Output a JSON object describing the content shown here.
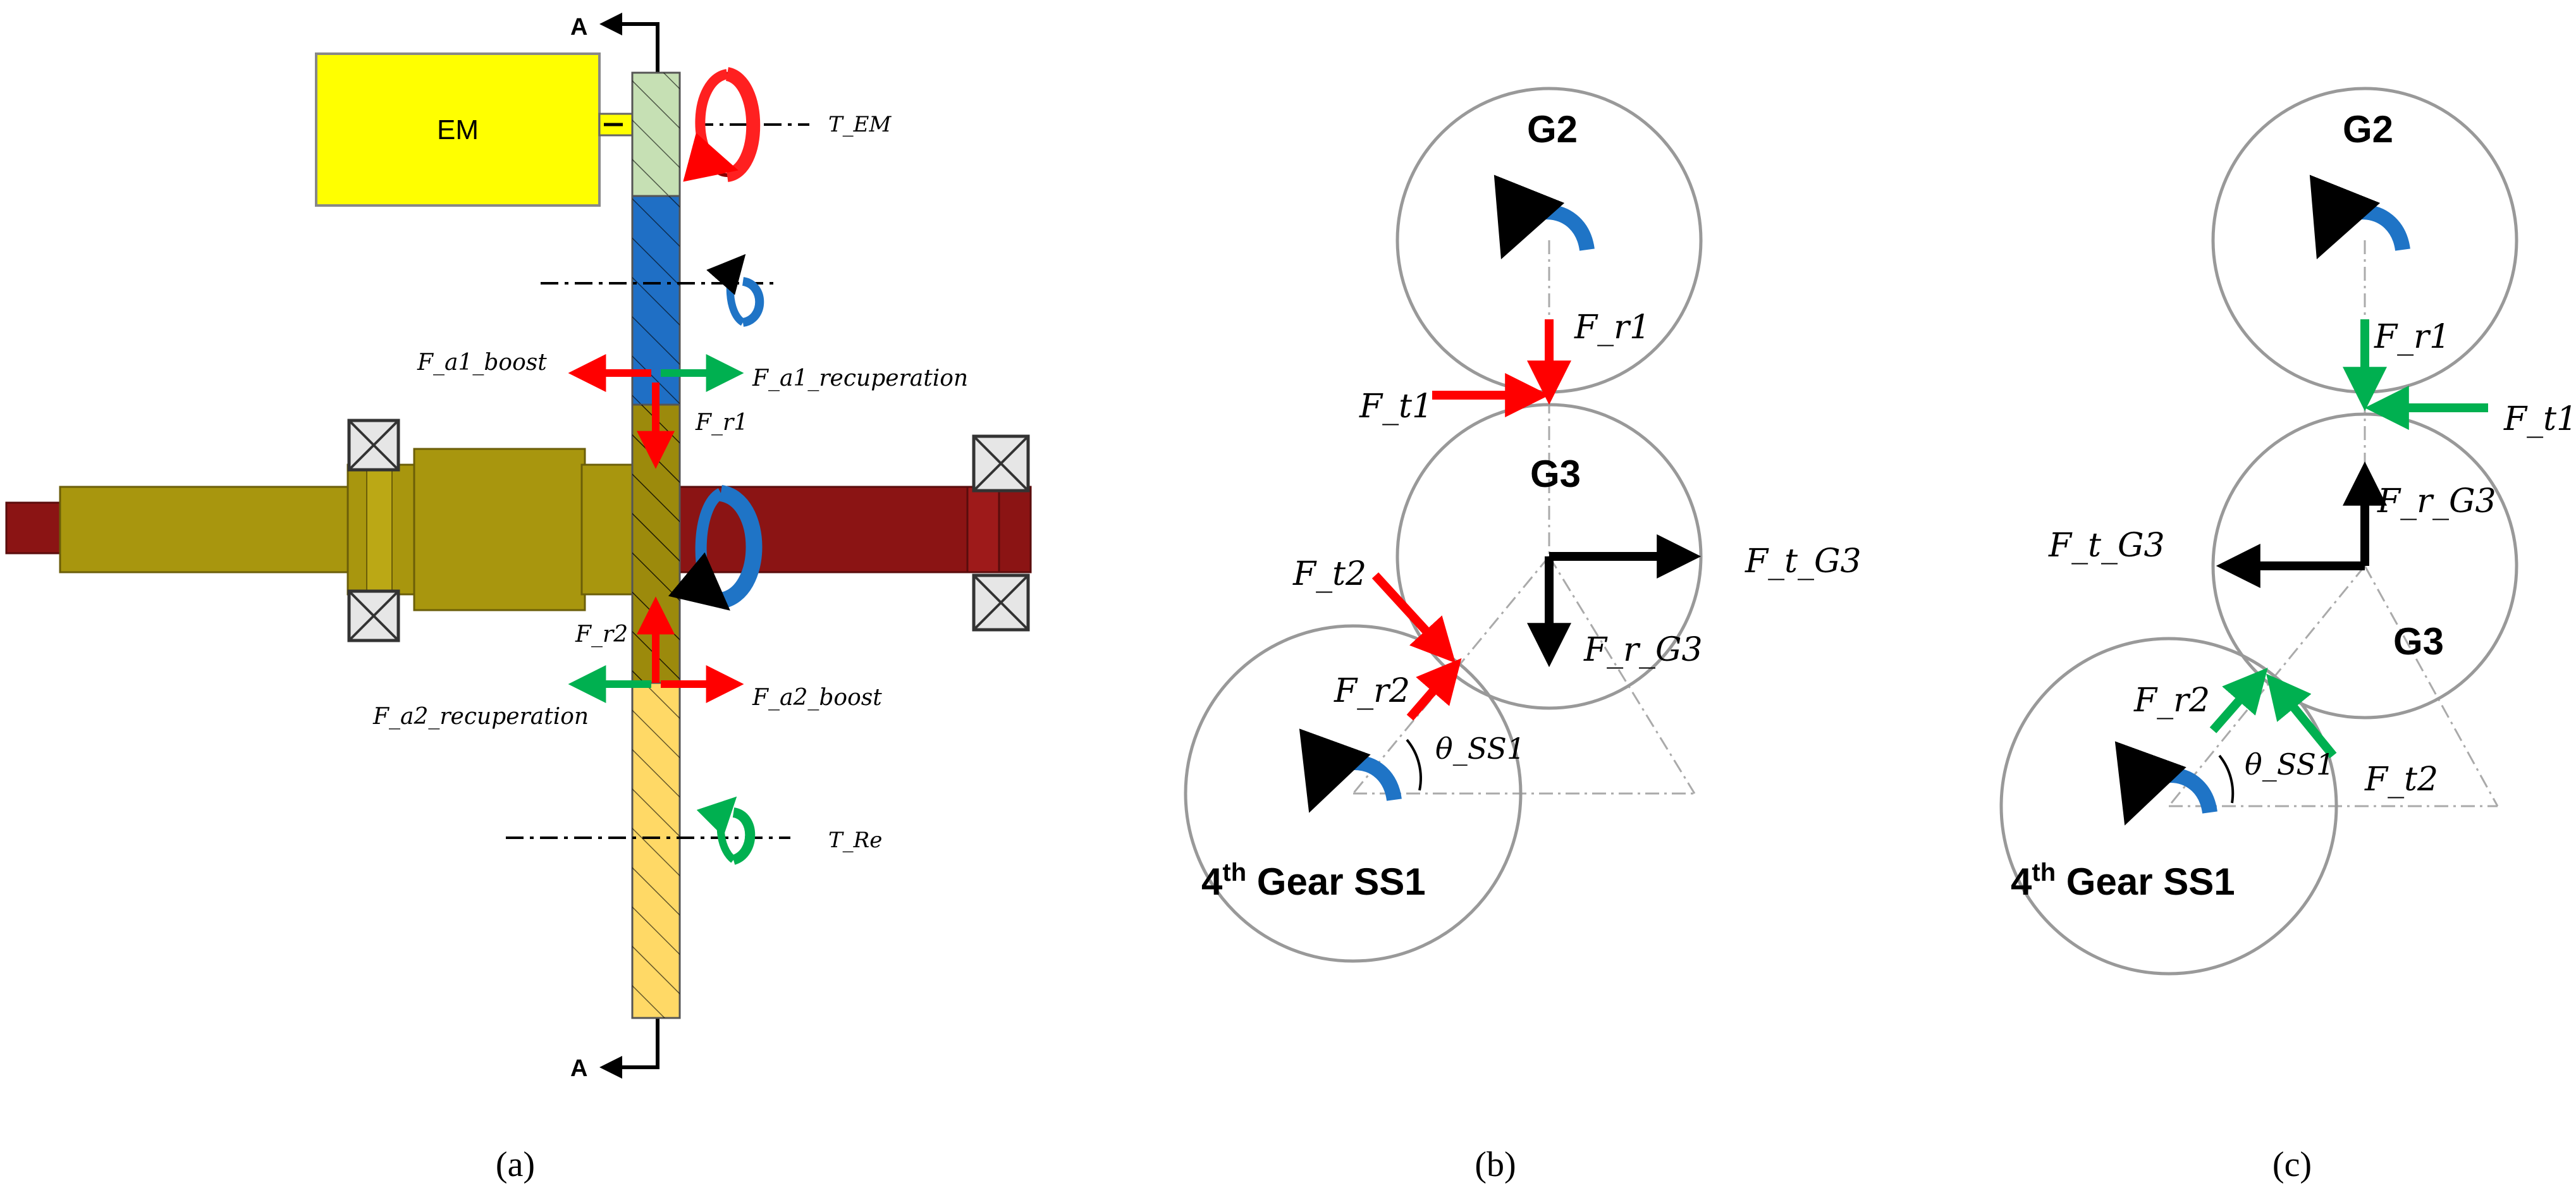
{
  "panel_a": {
    "section_label_top": "A",
    "section_label_bottom": "A",
    "motor_label": "EM",
    "torque_em": "T_EM",
    "torque_re": "T_Re",
    "force_a1_boost": "F_a1_boost",
    "force_a1_recuperation": "F_a1_recuperation",
    "force_r1": "F_r1",
    "force_r2": "F_r2",
    "force_a2_recuperation": "F_a2_recuperation",
    "force_a2_boost": "F_a2_boost",
    "caption": "(a)"
  },
  "panel_b": {
    "gear_top": "G2",
    "gear_mid": "G3",
    "gear_bottom_pre": "4",
    "gear_bottom_sup": "th",
    "gear_bottom_post": " Gear SS1",
    "force_r1": "F_r1",
    "force_t1": "F_t1",
    "force_t2": "F_t2",
    "force_r2": "F_r2",
    "force_t_g3": "F_t_G3",
    "force_r_g3": "F_r_G3",
    "angle": "θ_SS1",
    "caption": "(b)"
  },
  "panel_c": {
    "gear_top": "G2",
    "gear_mid": "G3",
    "gear_bottom_pre": "4",
    "gear_bottom_sup": "th",
    "gear_bottom_post": " Gear SS1",
    "force_r1": "F_r1",
    "force_t1": "F_t1",
    "force_r_g3": "F_r_G3",
    "force_t_g3": "F_t_G3",
    "force_r2": "F_r2",
    "force_t2": "F_t2",
    "angle": "θ_SS1",
    "caption": "(c)"
  },
  "colors": {
    "motor": "#ffff00",
    "top_gear": "#c6e0b4",
    "blue_gear": "#1f6fc5",
    "olive_gear": "#9c8a0c",
    "yellow_gear": "#ffd966",
    "red_shaft": "#8b1414",
    "olive_shaft": "#a8960e",
    "force_red": "#ff0000",
    "force_green": "#00b050",
    "rotation_blue": "#1f74c6",
    "force_black": "#000000"
  }
}
